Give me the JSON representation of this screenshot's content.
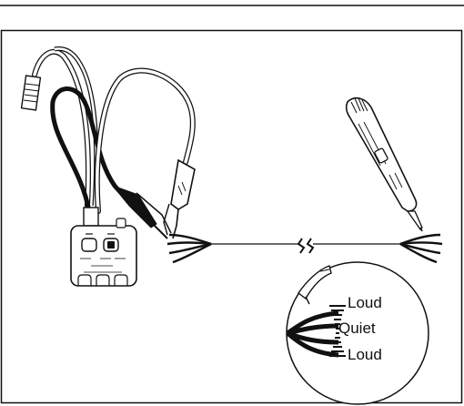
{
  "callout": {
    "label_top": "Loud",
    "label_middle": "Quiet",
    "label_bottom": "Loud"
  },
  "colors": {
    "line": "#111111",
    "background": "#ffffff",
    "grey_cable": "#c8c8c8"
  }
}
